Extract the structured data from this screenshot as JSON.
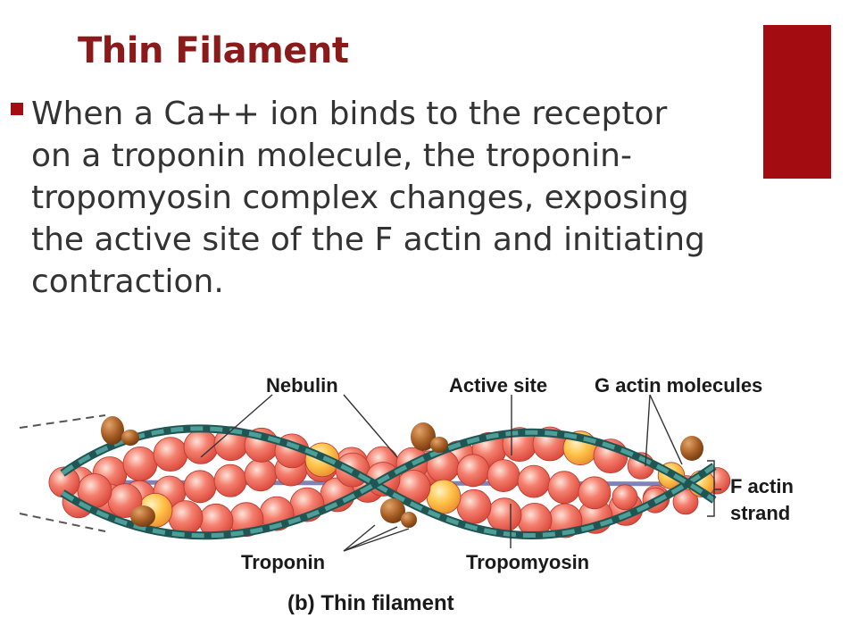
{
  "slide": {
    "title": "Thin Filament",
    "bullet_lines": [
      "When a Ca++ ion binds to the receptor",
      "on a troponin molecule, the troponin-",
      "tropomyosin complex changes, exposing",
      "the active site of the F actin and initiating",
      "contraction."
    ]
  },
  "diagram": {
    "labels": {
      "nebulin": "Nebulin",
      "active_site": "Active site",
      "g_actin": "G actin molecules",
      "f_actin_line1": "F actin",
      "f_actin_line2": "strand",
      "troponin": "Troponin",
      "tropomyosin": "Tropomyosin"
    },
    "caption": "(b) Thin filament"
  },
  "colors": {
    "accent": "#A30D12",
    "title": "#8B1A1A",
    "body_text": "#333333",
    "actin_bead": "#F07866",
    "actin_highlight": "#FFD24A",
    "tropomyosin": "#2E6F6C",
    "troponin": "#A05A22"
  }
}
